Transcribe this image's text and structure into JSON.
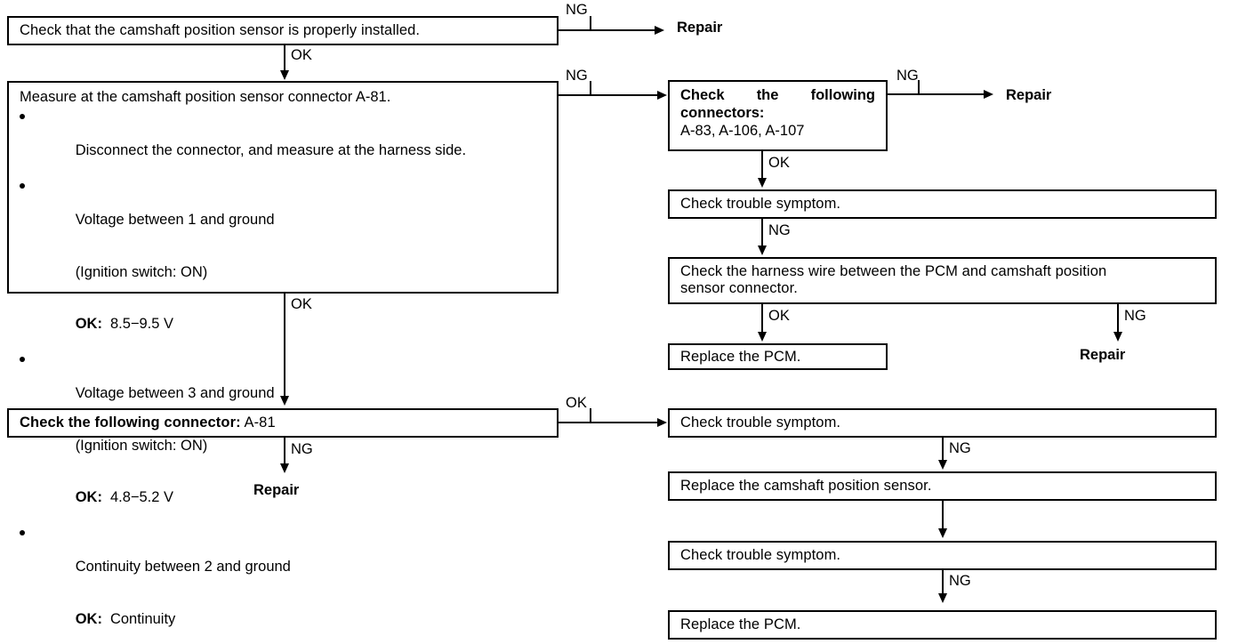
{
  "diagram": {
    "title": "Camshaft position sensor diagnostic flowchart",
    "boxes": {
      "check_installed": "Check that the camshaft position sensor is properly installed.",
      "measure_header": "Measure at the camshaft position sensor connector A-81.",
      "measure_items": [
        {
          "text": "Disconnect the connector, and measure at the harness side."
        },
        {
          "text": "Voltage between 1 and ground",
          "sub": "(Ignition switch: ON)",
          "ok_label": "OK:",
          "ok_value": "8.5−9.5 V"
        },
        {
          "text": "Voltage between 3 and ground",
          "sub": "(Ignition switch: ON)",
          "ok_label": "OK:",
          "ok_value": "4.8−5.2 V"
        },
        {
          "text": "Continuity between 2 and ground",
          "ok_label": "OK:",
          "ok_value": "Continuity"
        }
      ],
      "check_connector_a81_bold": "Check the following connector:",
      "check_connector_a81_value": " A-81",
      "check_connectors_line1_w1": "Check",
      "check_connectors_line1_w2": "the",
      "check_connectors_line1_w3": "following",
      "check_connectors_line2": "connectors:",
      "check_connectors_list": "A-83, A-106, A-107",
      "check_trouble_symptom_1": "Check trouble symptom.",
      "check_harness_wire_line1": "Check the harness wire between the PCM and camshaft position",
      "check_harness_wire_line2": "sensor connector.",
      "replace_pcm_1": "Replace the PCM.",
      "check_trouble_symptom_2": "Check trouble symptom.",
      "replace_camshaft_sensor": "Replace the camshaft position sensor.",
      "check_trouble_symptom_3": "Check trouble symptom.",
      "replace_pcm_2": "Replace the PCM."
    },
    "terminals": {
      "repair_top": "Repair",
      "repair_connectors": "Repair",
      "repair_harness": "Repair",
      "repair_a81": "Repair"
    },
    "edge_labels": {
      "ng_top": "NG",
      "ok_installed": "OK",
      "ng_measure": "NG",
      "ng_connectors": "NG",
      "ok_connectors": "OK",
      "ng_symptom1": "NG",
      "ok_harness": "OK",
      "ng_harness": "NG",
      "ok_measure_down": "OK",
      "ok_a81": "OK",
      "ng_a81": "NG",
      "ng_symptom2": "NG",
      "ng_symptom3": "NG"
    },
    "colors": {
      "line": "#000000",
      "background": "#ffffff",
      "text": "#000000"
    }
  }
}
